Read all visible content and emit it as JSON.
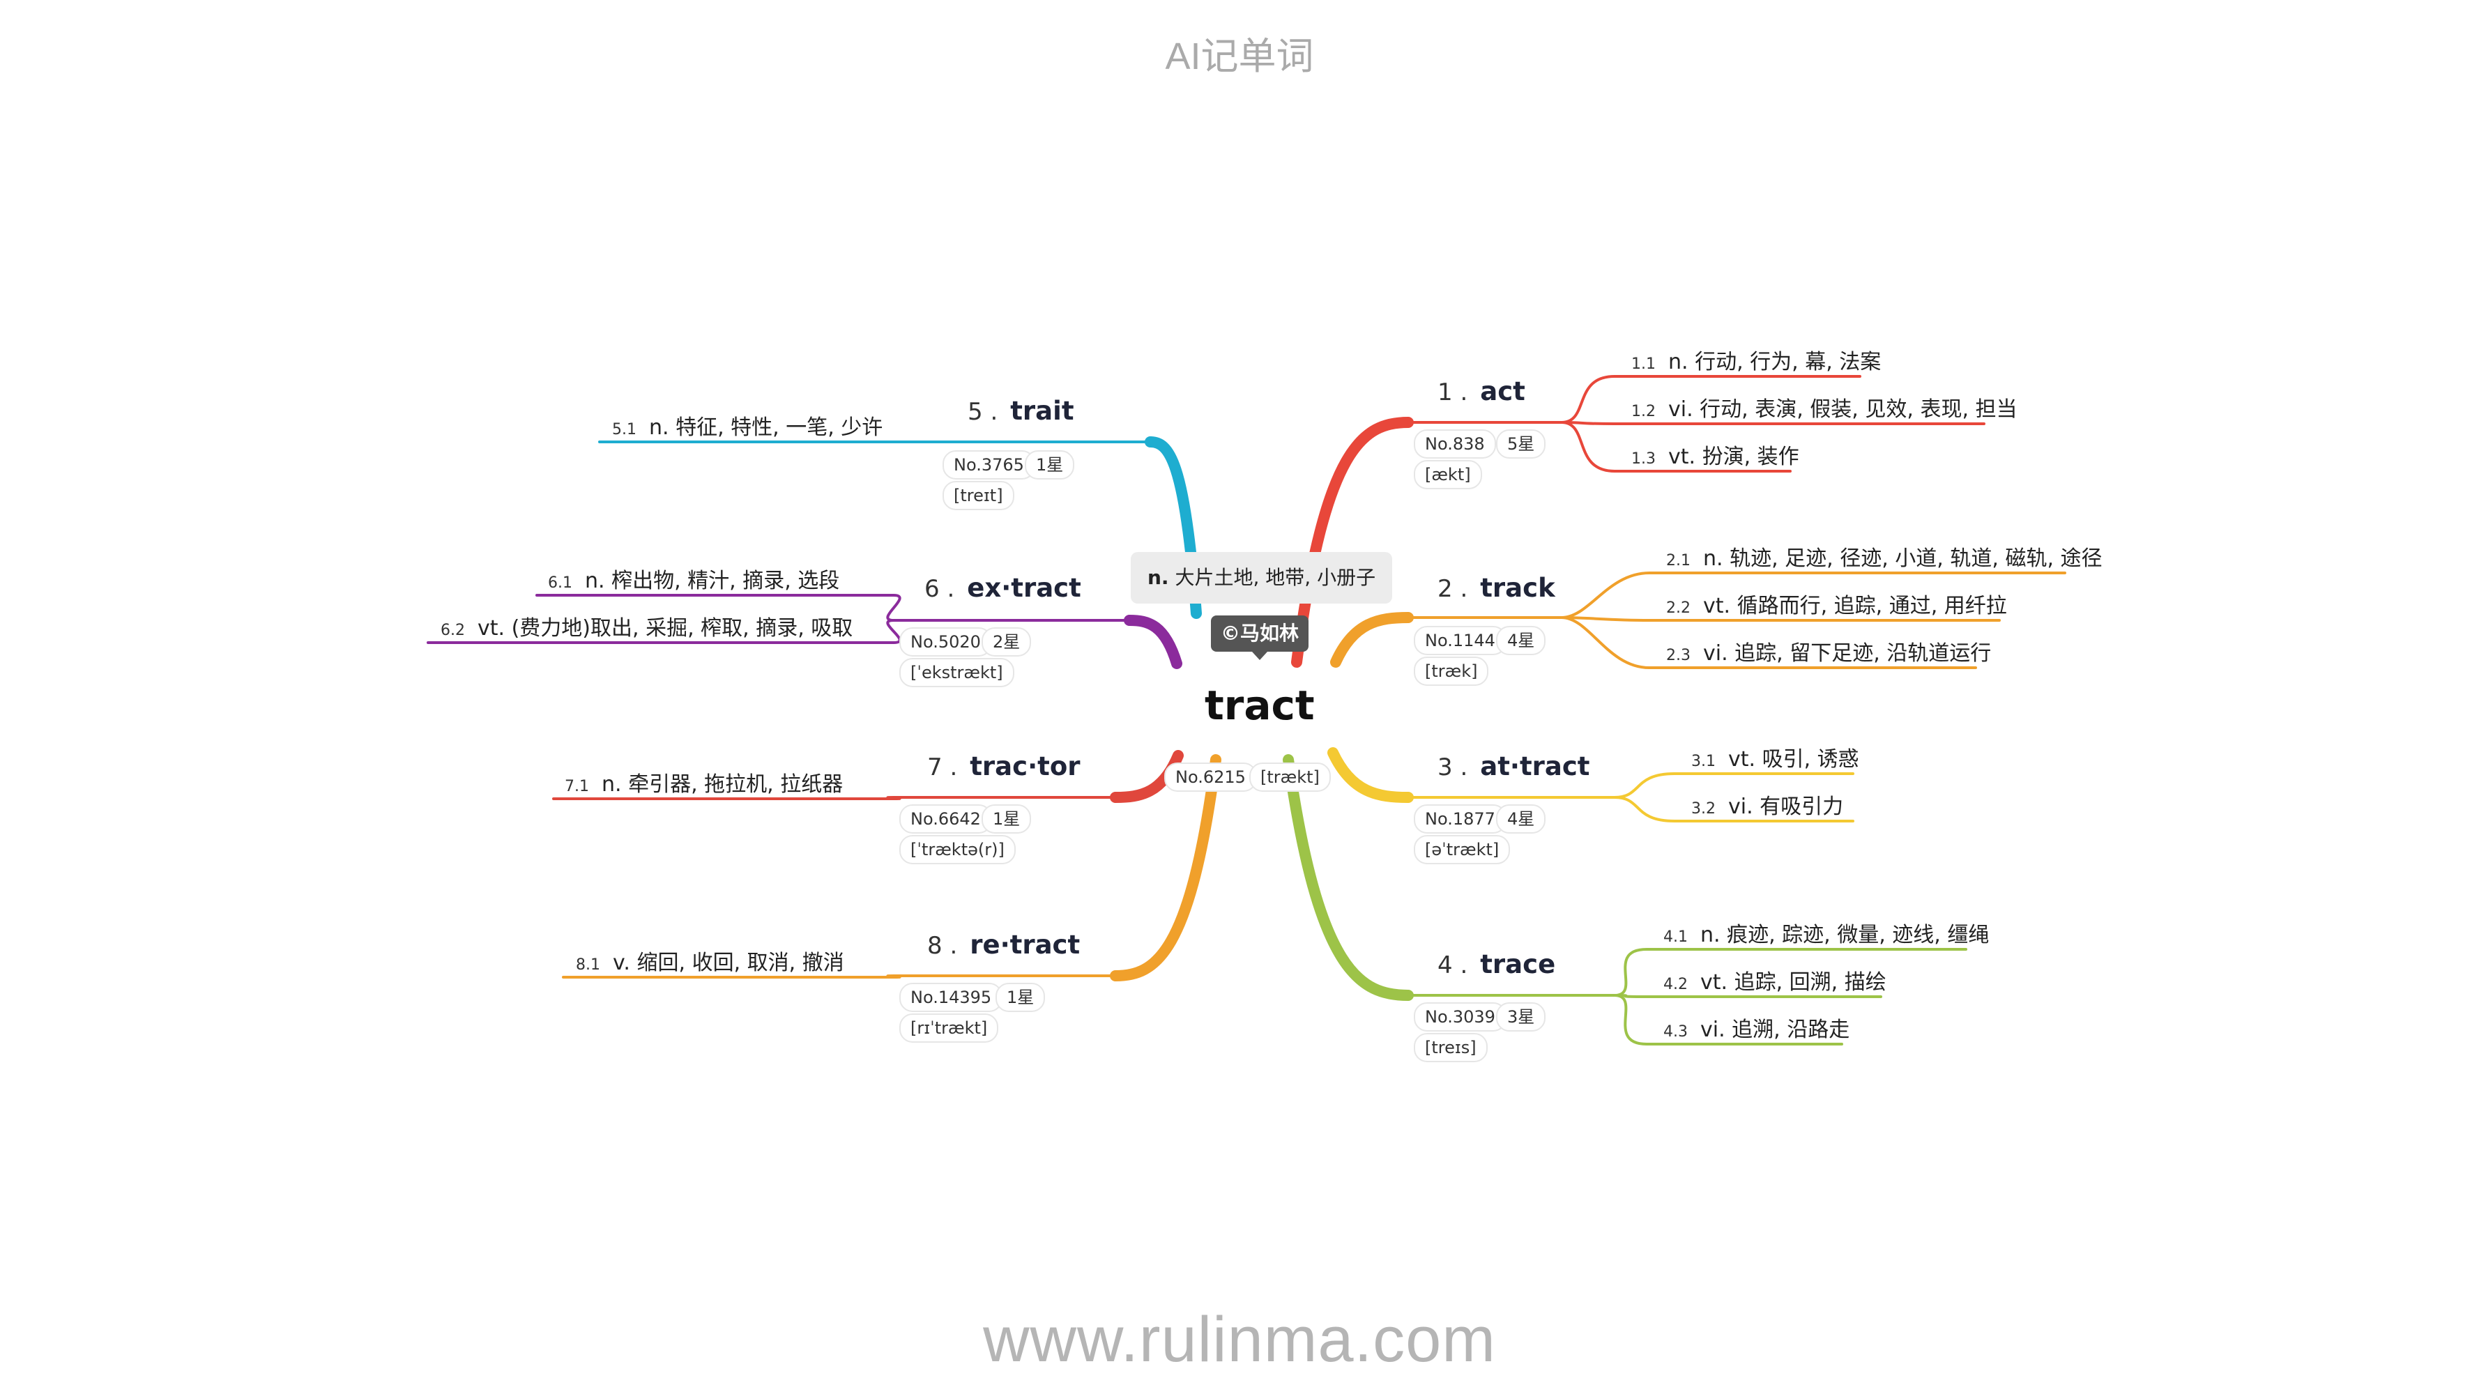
{
  "header": {
    "app_title": "AI记单词"
  },
  "footer": {
    "site": "www.rulinma.com"
  },
  "center": {
    "word": "tract",
    "pos": "n.",
    "meaning": "大片土地, 地带, 小册子",
    "copyright": "©马如林",
    "no": "No.6215",
    "phonetic": "[trækt]"
  },
  "branches": [
    {
      "num": "1 .",
      "word": "act",
      "no": "No.838",
      "stars": "5星",
      "phonetic": "[ækt]",
      "color": "#e8473a",
      "meanings": [
        {
          "idx": "1.1",
          "text": "n. 行动, 行为, 幕, 法案"
        },
        {
          "idx": "1.2",
          "text": "vi. 行动, 表演, 假装, 见效, 表现, 担当"
        },
        {
          "idx": "1.3",
          "text": "vt. 扮演, 装作"
        }
      ]
    },
    {
      "num": "2 .",
      "word": "track",
      "no": "No.1144",
      "stars": "4星",
      "phonetic": "[træk]",
      "color": "#f0a02b",
      "meanings": [
        {
          "idx": "2.1",
          "text": "n. 轨迹, 足迹, 径迹, 小道, 轨道, 磁轨, 途径"
        },
        {
          "idx": "2.2",
          "text": "vt. 循路而行, 追踪, 通过, 用纤拉"
        },
        {
          "idx": "2.3",
          "text": "vi. 追踪, 留下足迹, 沿轨道运行"
        }
      ]
    },
    {
      "num": "3 .",
      "word": "at·tract",
      "no": "No.1877",
      "stars": "4星",
      "phonetic": "[əˈtrækt]",
      "color": "#f4c932",
      "meanings": [
        {
          "idx": "3.1",
          "text": "vt. 吸引, 诱惑"
        },
        {
          "idx": "3.2",
          "text": "vi. 有吸引力"
        }
      ]
    },
    {
      "num": "4 .",
      "word": "trace",
      "no": "No.3039",
      "stars": "3星",
      "phonetic": "[treɪs]",
      "color": "#9dc348",
      "meanings": [
        {
          "idx": "4.1",
          "text": "n. 痕迹, 踪迹, 微量, 迹线, 缰绳"
        },
        {
          "idx": "4.2",
          "text": "vt. 追踪, 回溯, 描绘"
        },
        {
          "idx": "4.3",
          "text": "vi. 追溯, 沿路走"
        }
      ]
    },
    {
      "num": "5 .",
      "word": "trait",
      "no": "No.3765",
      "stars": "1星",
      "phonetic": "[treɪt]",
      "color": "#1eadd0",
      "meanings": [
        {
          "idx": "5.1",
          "text": "n. 特征, 特性, 一笔, 少许"
        }
      ]
    },
    {
      "num": "6 .",
      "word": "ex·tract",
      "no": "No.5020",
      "stars": "2星",
      "phonetic": "[ˈekstrækt]",
      "color": "#8b2b9c",
      "meanings": [
        {
          "idx": "6.1",
          "text": "n. 榨出物, 精汁, 摘录, 选段"
        },
        {
          "idx": "6.2",
          "text": "vt. (费力地)取出, 采掘, 榨取, 摘录, 吸取"
        }
      ]
    },
    {
      "num": "7 .",
      "word": "trac·tor",
      "no": "No.6642",
      "stars": "1星",
      "phonetic": "[ˈtræktə(r)]",
      "color": "#e0473c",
      "meanings": [
        {
          "idx": "7.1",
          "text": "n. 牵引器, 拖拉机, 拉纸器"
        }
      ]
    },
    {
      "num": "8 .",
      "word": "re·tract",
      "no": "No.14395",
      "stars": "1星",
      "phonetic": "[rɪˈtrækt]",
      "color": "#f0a02b",
      "meanings": [
        {
          "idx": "8.1",
          "text": "v. 缩回, 收回, 取消, 撤消"
        }
      ]
    }
  ]
}
